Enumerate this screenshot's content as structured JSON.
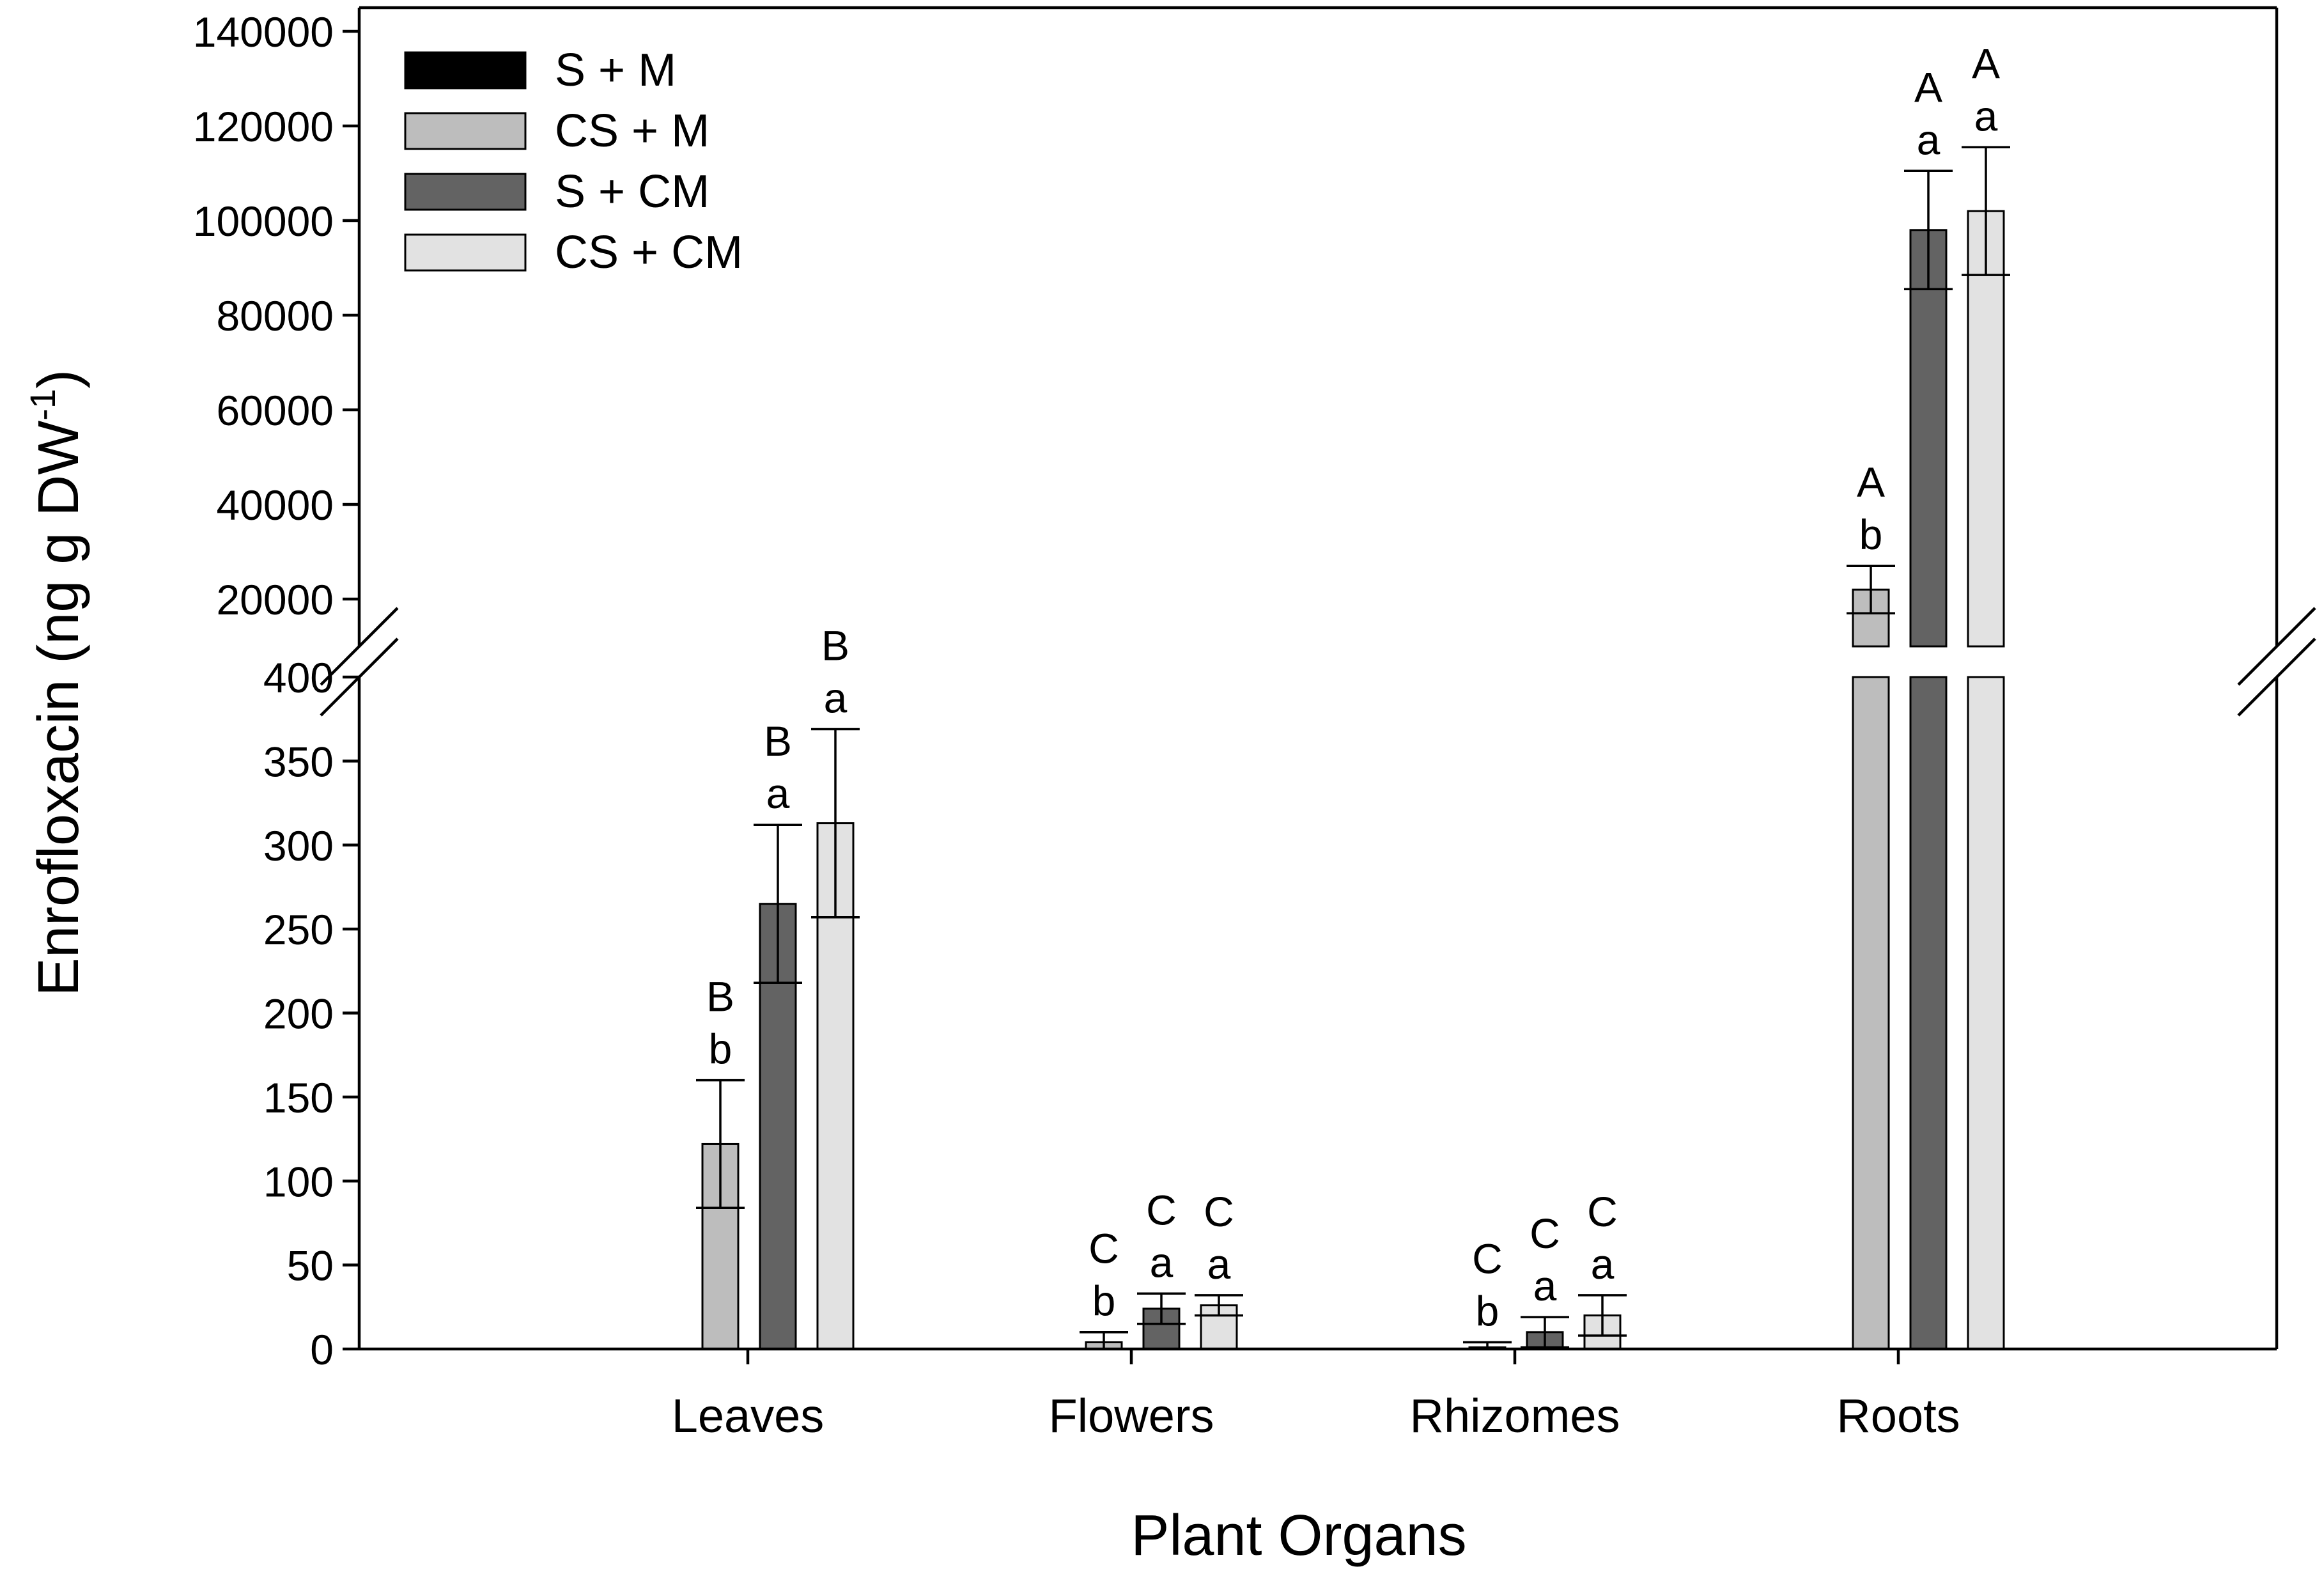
{
  "chart_data": {
    "type": "bar",
    "xlabel": "Plant Organs",
    "ylabel_main": "Enrofloxacin (ng g DW",
    "ylabel_sup": "-1",
    "ylabel_close": ")",
    "categories": [
      "Leaves",
      "Flowers",
      "Rhizomes",
      "Roots"
    ],
    "series": [
      {
        "name": "S + M",
        "color": "#000000",
        "values": [
          0,
          0,
          0,
          0
        ],
        "errors": [
          0,
          0,
          0,
          0
        ],
        "labels_upper": [
          "",
          "",
          "",
          ""
        ],
        "labels_lower": [
          "",
          "",
          "",
          ""
        ]
      },
      {
        "name": "CS + M",
        "color": "#bdbdbd",
        "values": [
          122,
          4,
          1,
          22000
        ],
        "errors": [
          38,
          6,
          3,
          5000
        ],
        "labels_upper": [
          "B",
          "C",
          "C",
          "A"
        ],
        "labels_lower": [
          "b",
          "b",
          "b",
          "b"
        ]
      },
      {
        "name": "S + CM",
        "color": "#636363",
        "values": [
          265,
          24,
          10,
          98000
        ],
        "errors": [
          47,
          9,
          9,
          12500
        ],
        "labels_upper": [
          "B",
          "C",
          "C",
          "A"
        ],
        "labels_lower": [
          "a",
          "a",
          "a",
          "a"
        ]
      },
      {
        "name": "CS + CM",
        "color": "#e2e2e2",
        "values": [
          313,
          26,
          20,
          102000
        ],
        "errors": [
          56,
          6,
          12,
          13500
        ],
        "labels_upper": [
          "B",
          "C",
          "C",
          "A"
        ],
        "labels_lower": [
          "a",
          "a",
          "a",
          "a"
        ]
      }
    ],
    "lower_axis": {
      "range": [
        0,
        400
      ],
      "ticks": [
        0,
        50,
        100,
        150,
        200,
        250,
        300,
        350,
        400
      ]
    },
    "upper_axis": {
      "range": [
        10000,
        145000
      ],
      "ticks": [
        20000,
        40000,
        60000,
        80000,
        100000,
        120000,
        140000
      ]
    },
    "axis_break": true,
    "legend_position": "top-left",
    "grid": false
  }
}
